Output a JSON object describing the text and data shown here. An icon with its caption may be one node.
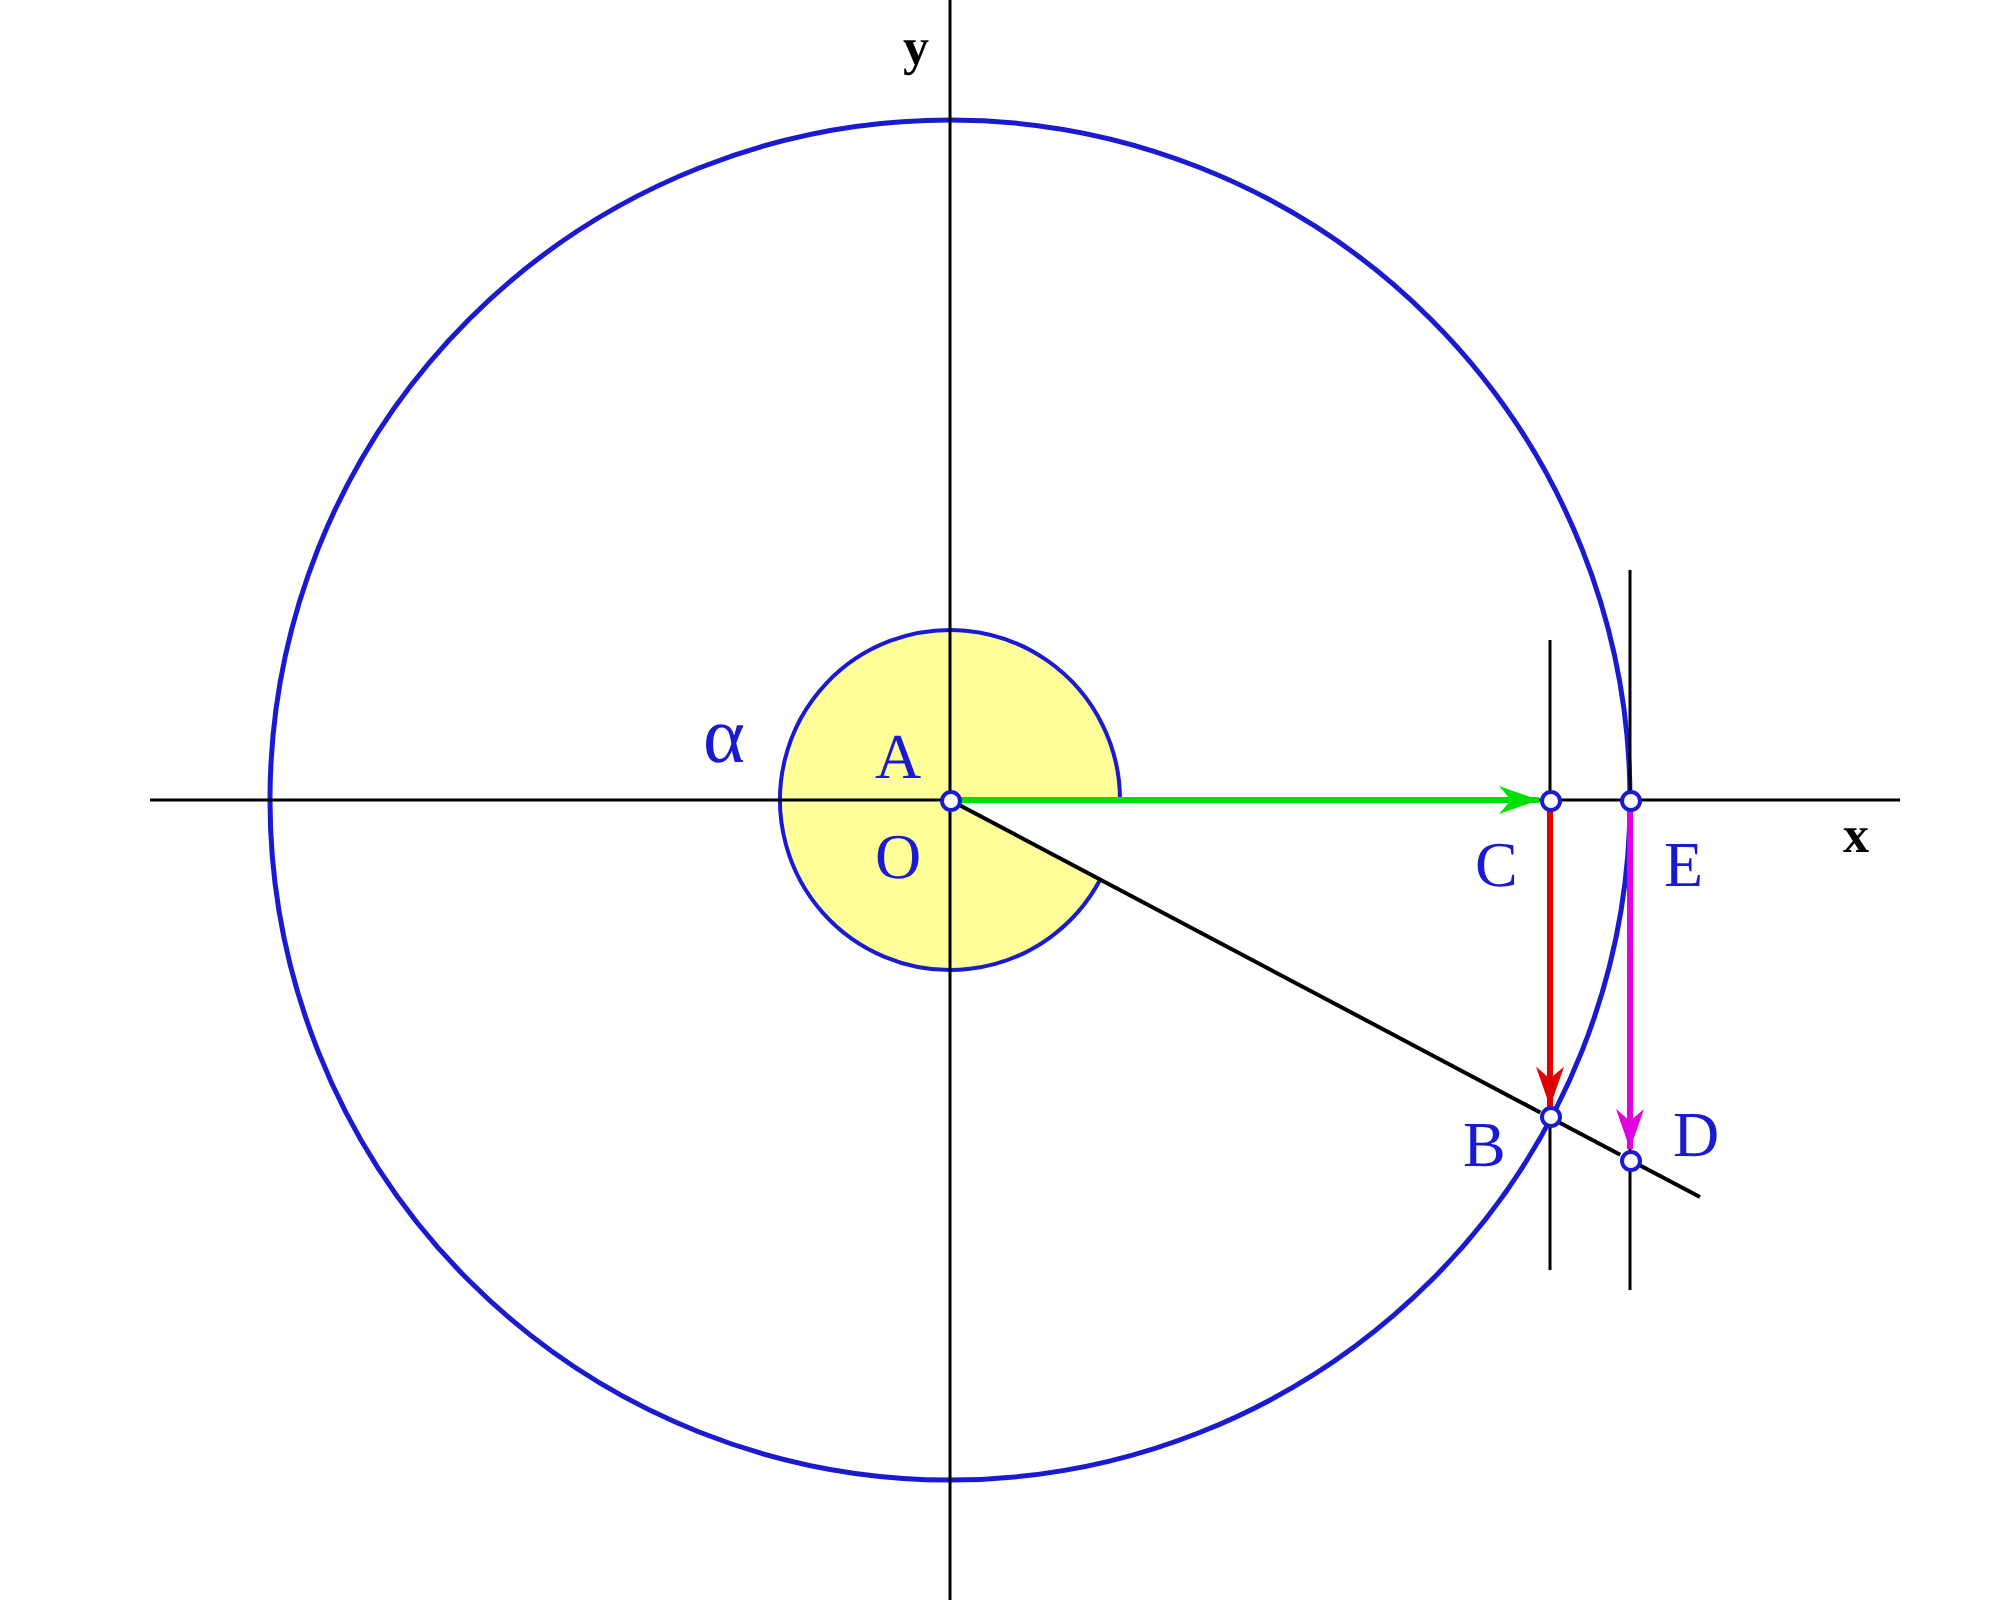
{
  "diagram": {
    "nodes": [
      {
        "text": [
          "A",
          "O"
        ]
      },
      {
        "text": [
          "C"
        ]
      },
      {
        "text": [
          "E"
        ]
      },
      {
        "text": [
          "B"
        ]
      },
      {
        "text": [
          "D"
        ]
      }
    ],
    "edges": [
      {
        "from": 0,
        "to": 1,
        "arrow": "to",
        "color": "#00e000"
      },
      {
        "from": 1,
        "to": 3,
        "arrow": "to",
        "color": "#e00000"
      },
      {
        "from": 2,
        "to": 4,
        "arrow": "to",
        "color": "#e000e0"
      },
      {
        "from": 0,
        "to": 3,
        "arrow": "none"
      },
      {
        "from": 3,
        "to": 4,
        "arrow": "none"
      }
    ],
    "labels": [
      "y",
      "α",
      "x"
    ]
  }
}
